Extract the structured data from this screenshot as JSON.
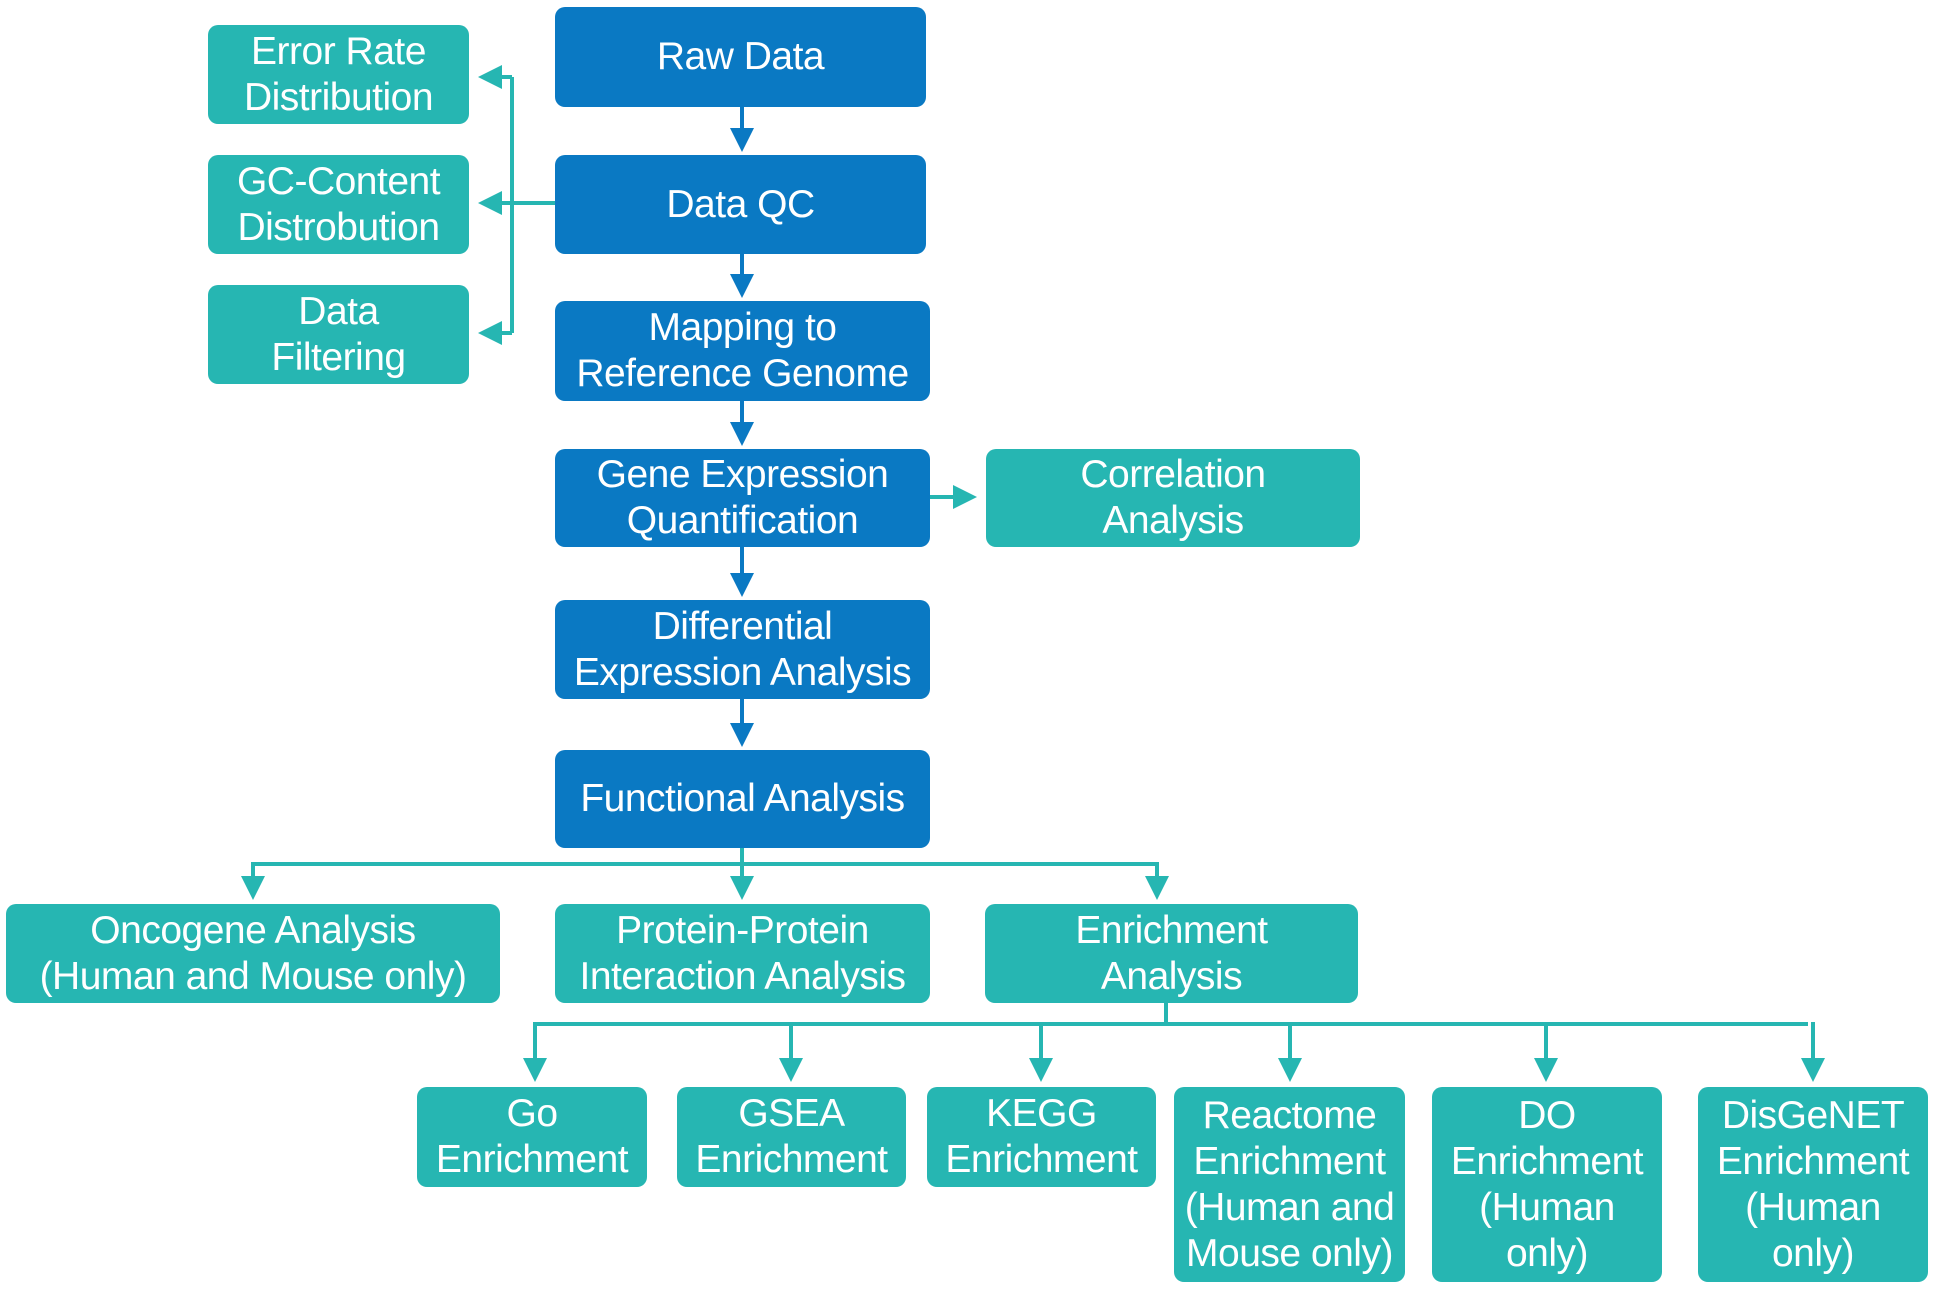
{
  "colors": {
    "primary": "#0A79C3",
    "secondary": "#26B6B2",
    "primary_arrow": "#0A79C3",
    "secondary_arrow": "#26B6B2"
  },
  "nodes": {
    "raw_data": [
      "Raw Data"
    ],
    "data_qc": [
      "Data QC"
    ],
    "error_rate": [
      "Error Rate",
      "Distribution"
    ],
    "gc_content": [
      "GC-Content",
      "Distrobution"
    ],
    "data_filtering": [
      "Data",
      "Filtering"
    ],
    "mapping": [
      "Mapping to",
      "Reference Genome"
    ],
    "gene_expression": [
      "Gene Expression",
      "Quantification"
    ],
    "correlation": [
      "Correlation",
      "Analysis"
    ],
    "differential": [
      "Differential",
      "Expression Analysis"
    ],
    "functional": [
      "Functional Analysis"
    ],
    "oncogene": [
      "Oncogene Analysis",
      "(Human and Mouse only)"
    ],
    "ppi": [
      "Protein-Protein",
      "Interaction Analysis"
    ],
    "enrichment": [
      "Enrichment",
      "Analysis"
    ],
    "go": [
      "Go",
      "Enrichment"
    ],
    "gsea": [
      "GSEA",
      "Enrichment"
    ],
    "kegg": [
      "KEGG",
      "Enrichment"
    ],
    "reactome": [
      "Reactome",
      "Enrichment",
      "(Human and",
      "Mouse only)"
    ],
    "do": [
      "DO",
      "Enrichment",
      "(Human",
      "only)"
    ],
    "disgenet": [
      "DisGeNET",
      "Enrichment",
      "(Human",
      "only)"
    ]
  },
  "edges": [
    [
      "raw_data",
      "data_qc"
    ],
    [
      "data_qc",
      "error_rate"
    ],
    [
      "data_qc",
      "gc_content"
    ],
    [
      "data_qc",
      "data_filtering"
    ],
    [
      "data_qc",
      "mapping"
    ],
    [
      "mapping",
      "gene_expression"
    ],
    [
      "gene_expression",
      "correlation"
    ],
    [
      "gene_expression",
      "differential"
    ],
    [
      "differential",
      "functional"
    ],
    [
      "functional",
      "oncogene"
    ],
    [
      "functional",
      "ppi"
    ],
    [
      "functional",
      "enrichment"
    ],
    [
      "enrichment",
      "go"
    ],
    [
      "enrichment",
      "gsea"
    ],
    [
      "enrichment",
      "kegg"
    ],
    [
      "enrichment",
      "reactome"
    ],
    [
      "enrichment",
      "do"
    ],
    [
      "enrichment",
      "disgenet"
    ]
  ]
}
